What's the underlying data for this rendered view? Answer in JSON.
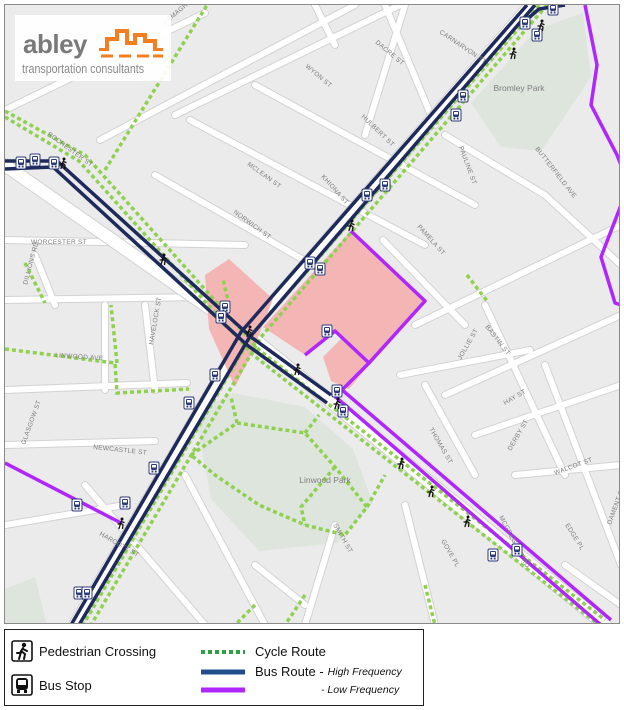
{
  "logo": {
    "name": "abley",
    "tagline": "transportation consultants"
  },
  "colors": {
    "base": "#ebebeb",
    "road": "#ffffff",
    "road_edge": "#d2d2d2",
    "park": "#dde5dd",
    "site": "#f4b5b5",
    "cycle": "#8fd14f",
    "bus_high": "#1f2a5c",
    "bus_low": "#b026ff",
    "label": "#7d7d7d",
    "icon": "#2b3a78"
  },
  "street_labels": [
    "WORCESTER ST",
    "DACRE ST",
    "CARNARVON ST",
    "WYON ST",
    "HULBERT ST",
    "MCLEAN ST",
    "KHIONA ST",
    "PAULINE ST",
    "BUTTERFIELD AVE",
    "PAMELA ST",
    "NORWICH ST",
    "DILLIONS RD",
    "LINWOOD AVE",
    "BASTIN ST",
    "JOLLIE ST",
    "HAVELOCK ST",
    "NEWCASTLE ST",
    "GLASGOW ST",
    "HAY ST",
    "THOMAS ST",
    "HARCOTT ST",
    "SMITH ST",
    "DERBY ST",
    "MCGREGORS RD",
    "WALCOT ST",
    "EDGE PL",
    "GOVE PL",
    "DAMENT ST",
    "ROCHESTER ST",
    "ARMAGH ST"
  ],
  "park_labels": [
    {
      "name": "Bromley Park"
    },
    {
      "name": "Linwood Park"
    }
  ],
  "legend": {
    "pedestrian": "Pedestrian Crossing",
    "bus_stop": "Bus Stop",
    "cycle": "Cycle Route",
    "bus_route": "Bus Route -",
    "high": "High Frequency",
    "low": "- Low Frequency"
  }
}
